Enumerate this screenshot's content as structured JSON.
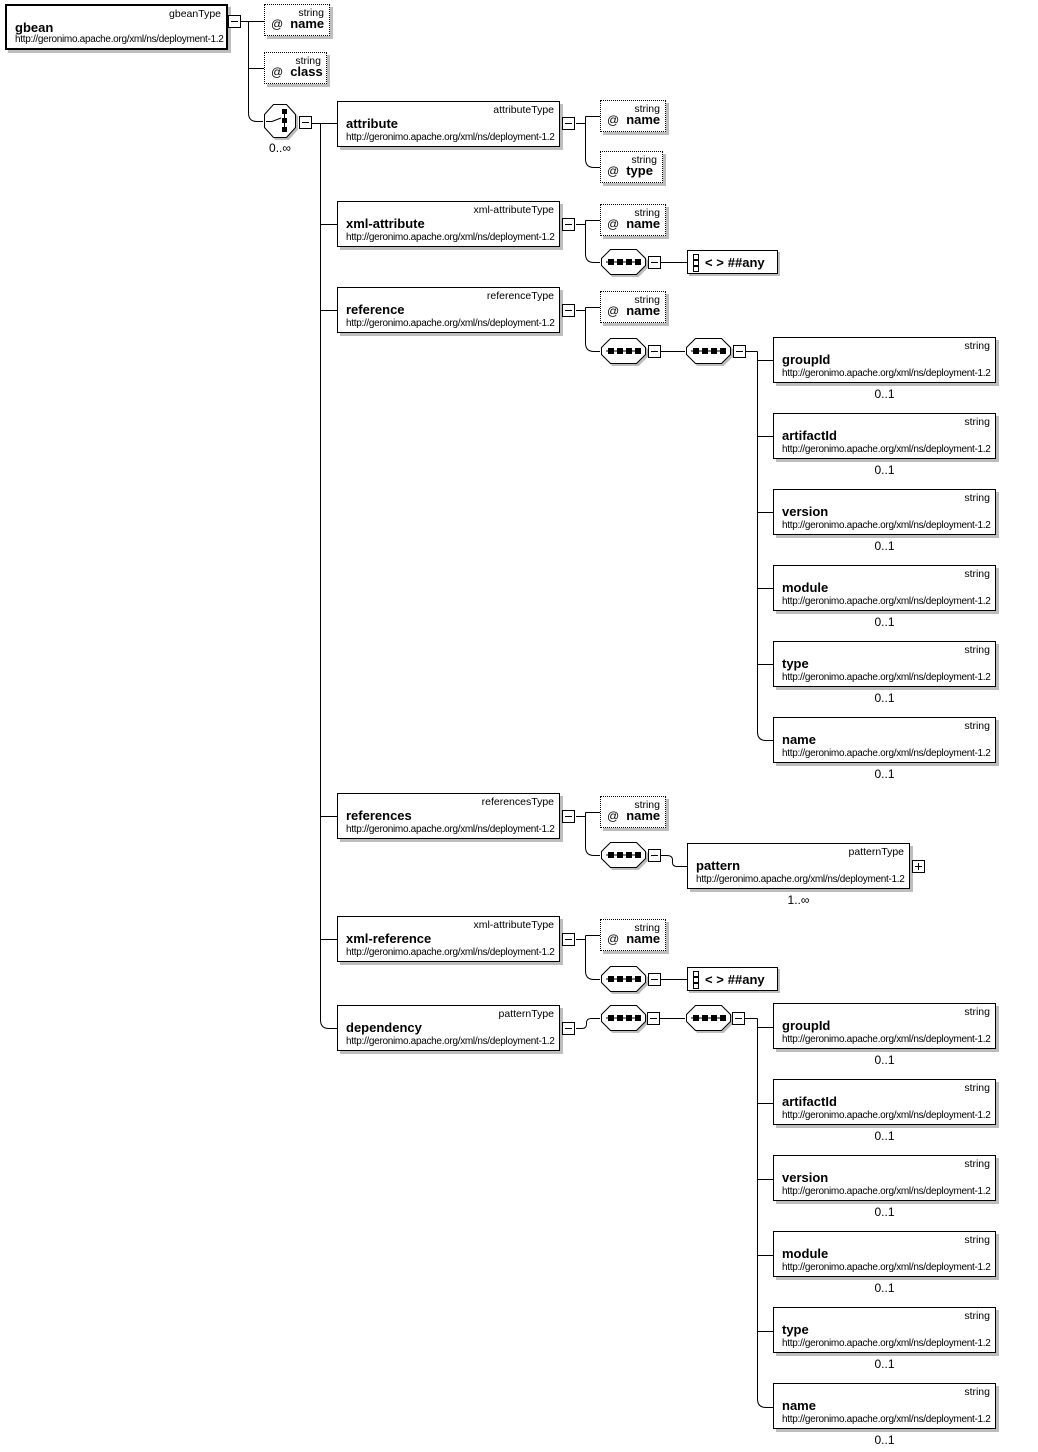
{
  "ns": "http://geronimo.apache.org/xml/ns/deployment-1.2",
  "at": "@",
  "string_type": "string",
  "occurs": {
    "optional": "0..1",
    "zero_inf": "0..∞",
    "one_inf": "1..∞"
  },
  "wildcard": {
    "brackets": "< >",
    "label": "##any"
  },
  "root": {
    "name": "gbean",
    "type": "gbeanType"
  },
  "attr_labels": {
    "name": "name",
    "class": "class",
    "type": "type"
  },
  "elements": {
    "attribute": {
      "name": "attribute",
      "type": "attributeType"
    },
    "xml_attribute": {
      "name": "xml-attribute",
      "type": "xml-attributeType"
    },
    "reference": {
      "name": "reference",
      "type": "referenceType"
    },
    "references": {
      "name": "references",
      "type": "referencesType"
    },
    "xml_reference": {
      "name": "xml-reference",
      "type": "xml-attributeType"
    },
    "dependency": {
      "name": "dependency",
      "type": "patternType"
    },
    "pattern": {
      "name": "pattern",
      "type": "patternType"
    }
  },
  "reference_children": [
    {
      "name": "groupId"
    },
    {
      "name": "artifactId"
    },
    {
      "name": "version"
    },
    {
      "name": "module"
    },
    {
      "name": "type"
    },
    {
      "name": "name"
    }
  ],
  "dependency_children": [
    {
      "name": "groupId"
    },
    {
      "name": "artifactId"
    },
    {
      "name": "version"
    },
    {
      "name": "module"
    },
    {
      "name": "type"
    },
    {
      "name": "name"
    }
  ]
}
